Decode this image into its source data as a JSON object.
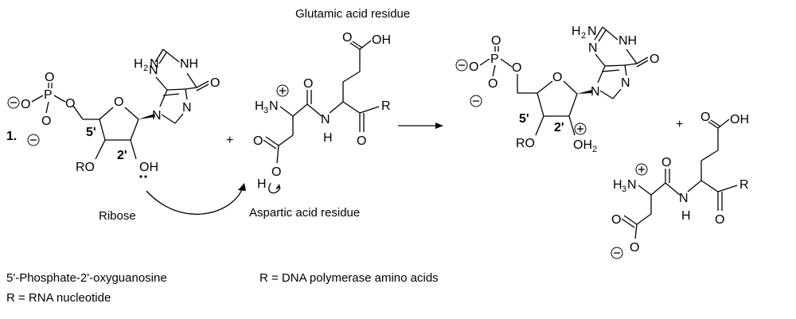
{
  "labels": {
    "step_number": "1.",
    "glutamic_title": "Glutamic acid residue",
    "ribose": "Ribose",
    "aspartic": "Aspartic acid residue",
    "plus": "+",
    "note_left_1": "5'-Phosphate-2'-oxyguanosine",
    "note_left_2": "R = RNA nucleotide",
    "note_right": "R = DNA polymerase amino acids"
  },
  "atoms": {
    "oh": "OH",
    "o": "O",
    "p": "P",
    "n": "N",
    "nh": "NH",
    "h2n": "H",
    "two": "2",
    "h3n": "H",
    "three": "3",
    "h": "H",
    "r": "R",
    "ro": "RO",
    "c5": "5'",
    "c2": "2'",
    "minus": "−",
    "plussign": "+"
  }
}
